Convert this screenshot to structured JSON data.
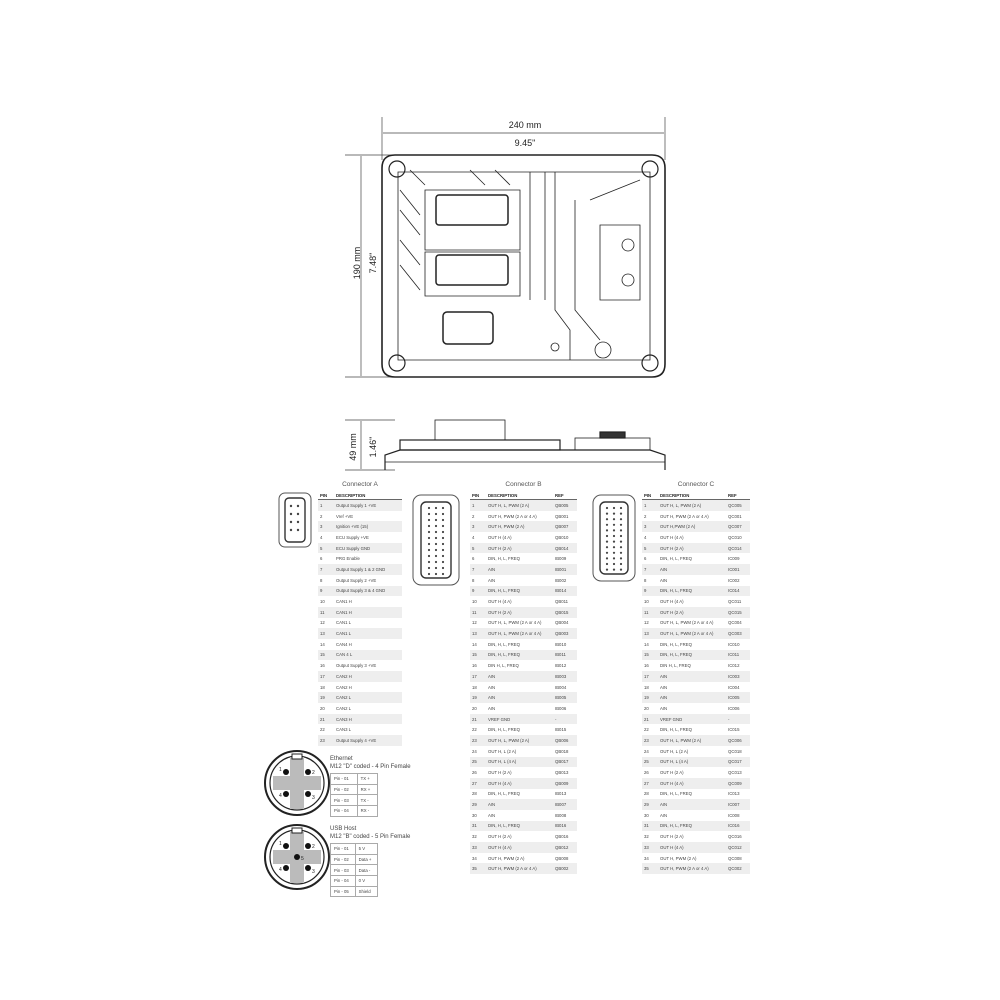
{
  "dimensions": {
    "width_mm": "240 mm",
    "width_in": "9.45\"",
    "height_mm": "190 mm",
    "height_in": "7.48\"",
    "depth_mm": "49 mm",
    "depth_in": "1.46\""
  },
  "headers": {
    "pin": "PIN",
    "description": "DESCRIPTION",
    "ref": "REF"
  },
  "connector_a": {
    "title": "Connector A",
    "rows": [
      [
        "1",
        "Output Supply 1 +VE"
      ],
      [
        "2",
        "Vref +VE"
      ],
      [
        "3",
        "Ignition +VE (15)"
      ],
      [
        "4",
        "ECU Supply +VE"
      ],
      [
        "5",
        "ECU Supply GND"
      ],
      [
        "6",
        "PRG Enable"
      ],
      [
        "7",
        "Output Supply 1 & 2 GND"
      ],
      [
        "8",
        "Output Supply 2 +VE"
      ],
      [
        "9",
        "Output Supply 3 & 4 GND"
      ],
      [
        "10",
        "CAN1 H"
      ],
      [
        "11",
        "CAN1 H"
      ],
      [
        "12",
        "CAN1 L"
      ],
      [
        "13",
        "CAN1 L"
      ],
      [
        "14",
        "CAN4 H"
      ],
      [
        "15",
        "CAN 4 L"
      ],
      [
        "16",
        "Output Supply 3 +VE"
      ],
      [
        "17",
        "CAN2 H"
      ],
      [
        "18",
        "CAN2 H"
      ],
      [
        "19",
        "CAN2 L"
      ],
      [
        "20",
        "CAN2 L"
      ],
      [
        "21",
        "CAN3 H"
      ],
      [
        "22",
        "CAN3 L"
      ],
      [
        "23",
        "Output Supply 4 +VE"
      ]
    ]
  },
  "connector_b": {
    "title": "Connector B",
    "rows": [
      [
        "1",
        "OUT H, L, PWM (2 A)",
        "QB005"
      ],
      [
        "2",
        "OUT H, PWM (2 A or 4 A)",
        "QB001"
      ],
      [
        "3",
        "OUT H, PWM (2 A)",
        "QB007"
      ],
      [
        "4",
        "OUT H (4 A)",
        "QB010"
      ],
      [
        "5",
        "OUT H (2 A)",
        "QB014"
      ],
      [
        "6",
        "DIN, H, L, FREQ",
        "IB009"
      ],
      [
        "7",
        "AIN",
        "IB001"
      ],
      [
        "8",
        "AIN",
        "IB002"
      ],
      [
        "9",
        "DIN, H, L, FREQ",
        "IB014"
      ],
      [
        "10",
        "OUT H (4 A)",
        "QB011"
      ],
      [
        "11",
        "OUT H (2 A)",
        "QB015"
      ],
      [
        "12",
        "OUT H, L, PWM (2 A or 4 A)",
        "QB004"
      ],
      [
        "13",
        "OUT H, L, PWM (2 A or 4 A)",
        "QB003"
      ],
      [
        "14",
        "DIN, H, L, FREQ",
        "IB010"
      ],
      [
        "15",
        "DIN, H, L, FREQ",
        "IB011"
      ],
      [
        "16",
        "DIN H, L, FREQ",
        "IB012"
      ],
      [
        "17",
        "AIN",
        "IB003"
      ],
      [
        "18",
        "AIN",
        "IB004"
      ],
      [
        "19",
        "AIN",
        "IB005"
      ],
      [
        "20",
        "AIN",
        "IB006"
      ],
      [
        "21",
        "VREF GND",
        "-"
      ],
      [
        "22",
        "DIN, H, L, FREQ",
        "IB015"
      ],
      [
        "23",
        "OUT H, L, PWM (2 A)",
        "QB006"
      ],
      [
        "24",
        "OUT H, L (2 A)",
        "QB018"
      ],
      [
        "25",
        "OUT H, L (4 A)",
        "QB017"
      ],
      [
        "26",
        "OUT H (2 A)",
        "QB013"
      ],
      [
        "27",
        "OUT H (4 A)",
        "QB009"
      ],
      [
        "28",
        "DIN, H, L, FREQ",
        "IB013"
      ],
      [
        "29",
        "AIN",
        "IB007"
      ],
      [
        "30",
        "AIN",
        "IB008"
      ],
      [
        "31",
        "DIN, H, L, FREQ",
        "IB016"
      ],
      [
        "32",
        "OUT H (2 A)",
        "QB016"
      ],
      [
        "33",
        "OUT H (4 A)",
        "QB012"
      ],
      [
        "34",
        "OUT H, PWM (2 A)",
        "QB008"
      ],
      [
        "35",
        "OUT H, PWM (2 A or 4 A)",
        "QB002"
      ]
    ]
  },
  "connector_c": {
    "title": "Connector C",
    "rows": [
      [
        "1",
        "OUT H, L, PWM (2 A)",
        "QC005"
      ],
      [
        "2",
        "OUT H, PWM (2 A or 4 A)",
        "QC001"
      ],
      [
        "3",
        "OUT H,PWM (2 A)",
        "QC007"
      ],
      [
        "4",
        "OUT H (4 A)",
        "QC010"
      ],
      [
        "5",
        "OUT H (2 A)",
        "QC014"
      ],
      [
        "6",
        "DIN, H, L, FREQ",
        "IC009"
      ],
      [
        "7",
        "AIN",
        "IC001"
      ],
      [
        "8",
        "AIN",
        "IC002"
      ],
      [
        "9",
        "DIN, H, L, FREQ",
        "IC014"
      ],
      [
        "10",
        "OUT H (4 A)",
        "QC011"
      ],
      [
        "11",
        "OUT H (2 A)",
        "QC015"
      ],
      [
        "12",
        "OUT H, L, PWM (2 A or 4 A)",
        "QC004"
      ],
      [
        "13",
        "OUT H, L, PWM (2 A or 4 A)",
        "QC003"
      ],
      [
        "14",
        "DIN, H, L, FREQ",
        "IC010"
      ],
      [
        "15",
        "DIN, H, L, FREQ",
        "IC011"
      ],
      [
        "16",
        "DIN H, L, FREQ",
        "IC012"
      ],
      [
        "17",
        "AIN",
        "IC003"
      ],
      [
        "18",
        "AIN",
        "IC004"
      ],
      [
        "19",
        "AIN",
        "IC005"
      ],
      [
        "20",
        "AIN",
        "IC006"
      ],
      [
        "21",
        "VREF GND",
        "-"
      ],
      [
        "22",
        "DIN, H, L, FREQ",
        "IC015"
      ],
      [
        "23",
        "OUT H, L, PWM (2 A)",
        "QC006"
      ],
      [
        "24",
        "OUT H, L (2 A)",
        "QC018"
      ],
      [
        "25",
        "OUT H, L (4 A)",
        "QC017"
      ],
      [
        "26",
        "OUT H (2 A)",
        "QC013"
      ],
      [
        "27",
        "OUT H (4 A)",
        "QC009"
      ],
      [
        "28",
        "DIN, H, L, FREQ",
        "IC013"
      ],
      [
        "29",
        "AIN",
        "IC007"
      ],
      [
        "30",
        "AIN",
        "IC008"
      ],
      [
        "31",
        "DIN, H, L, FREQ",
        "IC016"
      ],
      [
        "32",
        "OUT H (2 A)",
        "QC016"
      ],
      [
        "33",
        "OUT H (4 A)",
        "QC012"
      ],
      [
        "34",
        "OUT H, PWM (2 A)",
        "QC008"
      ],
      [
        "35",
        "OUT H, PWM (2 A or 4 A)",
        "QC002"
      ]
    ]
  },
  "ethernet": {
    "title": "Ethernet",
    "subtitle": "M12 \"D\" coded - 4 Pin Female",
    "pin_numbers": [
      "1",
      "2",
      "3",
      "4"
    ],
    "rows": [
      [
        "Pin - 01",
        "TX +"
      ],
      [
        "Pin - 02",
        "RX +"
      ],
      [
        "Pin - 03",
        "TX -"
      ],
      [
        "Pin - 04",
        "RX -"
      ]
    ]
  },
  "usb": {
    "title": "USB Host",
    "subtitle": "M12 \"B\" coded - 5 Pin Female",
    "pin_numbers": [
      "1",
      "2",
      "3",
      "4",
      "5"
    ],
    "rows": [
      [
        "Pin - 01",
        "5 V"
      ],
      [
        "Pin - 02",
        "Data +"
      ],
      [
        "Pin - 03",
        "Data -"
      ],
      [
        "Pin - 04",
        "0 V"
      ],
      [
        "Pin - 05",
        "Shield"
      ]
    ]
  }
}
